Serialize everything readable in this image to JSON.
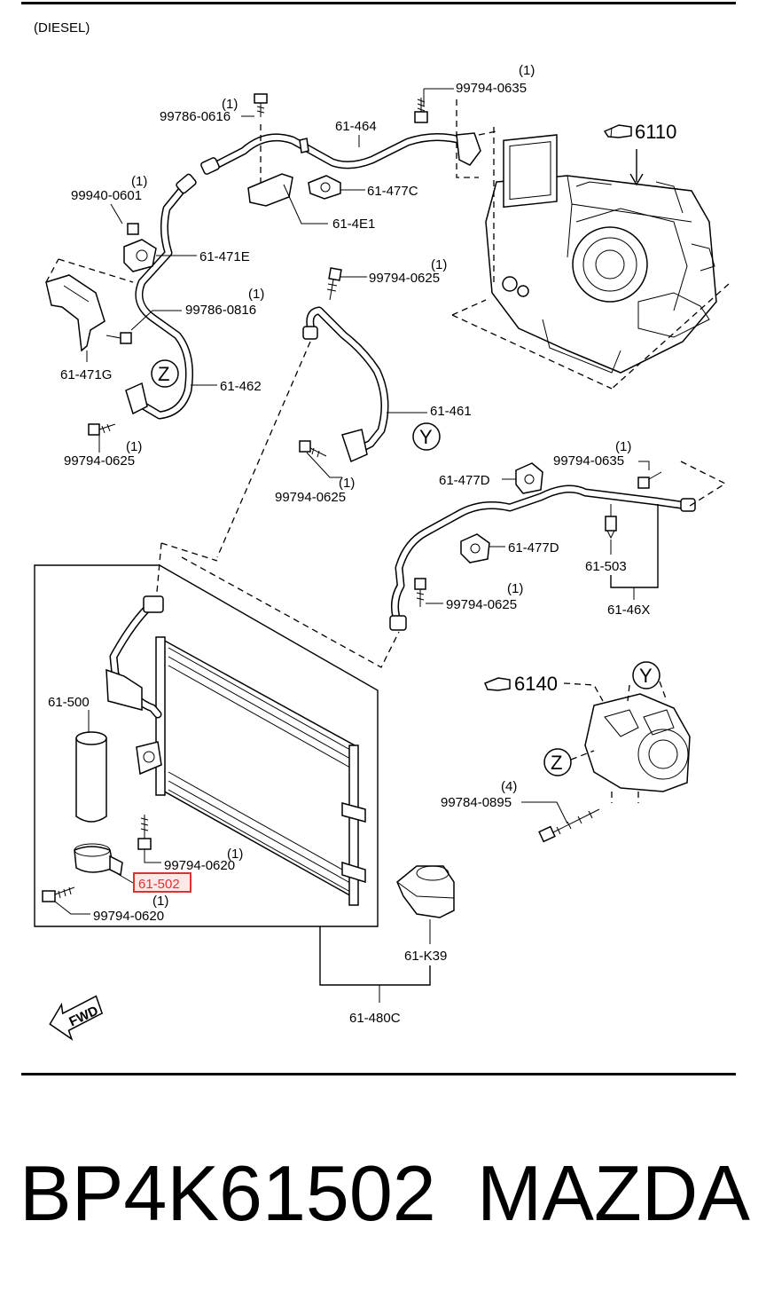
{
  "header": {
    "variant_note": "(DIESEL)"
  },
  "callouts": {
    "c_9979406351": "(1)",
    "c_9979406350": "99794-0635",
    "c_9978606161": "(1)",
    "c_9978606160": "99786-0616",
    "c_61464": "61-464",
    "c_6110": "6110",
    "c_9994006011": "(1)",
    "c_9994006010": "99940-0601",
    "c_61477C": "61-477C",
    "c_614E1": "61-4E1",
    "c_61471E": "61-471E",
    "c_9979406251": "(1)",
    "c_9979406250": "99794-0625",
    "c_9978608161": "(1)",
    "c_9978608160": "99786-0816",
    "c_61471G": "61-471G",
    "c_Z1": "Z",
    "c_61462": "61-462",
    "c_61461": "61-461",
    "c_Y1": "Y",
    "c_9979406252": "(1)",
    "c_9979406253": "99794-0625",
    "c_9979406254": "(1)",
    "c_9979406255": "99794-0625",
    "c_9979406352": "(1)",
    "c_9979406353": "99794-0635",
    "c_61477D_a": "61-477D",
    "c_61477D_b": "61-477D",
    "c_61503": "61-503",
    "c_9979406256": "(1)",
    "c_9979406257": "99794-0625",
    "c_6146X": "61-46X",
    "c_61500": "61-500",
    "c_6140": "6140",
    "c_Y2": "Y",
    "c_Z2": "Z",
    "c_9978408951": "(4)",
    "c_9978408950": "99784-0895",
    "c_9979406201": "(1)",
    "c_9979406200": "99794-0620",
    "c_61502": "61-502",
    "c_9979406202": "(1)",
    "c_9979406203": "99794-0620",
    "c_61K39": "61-K39",
    "c_61480C": "61-480C",
    "fwd": "FWD"
  },
  "highlight": {
    "part_number": "61-502",
    "color": "#e03030"
  },
  "footer": {
    "part_code": "BP4K61502",
    "brand": "MAZDA"
  },
  "icons": {
    "reference_icon": "pointing-hand-icon",
    "forward_indicator": "fwd-arrow-icon"
  }
}
